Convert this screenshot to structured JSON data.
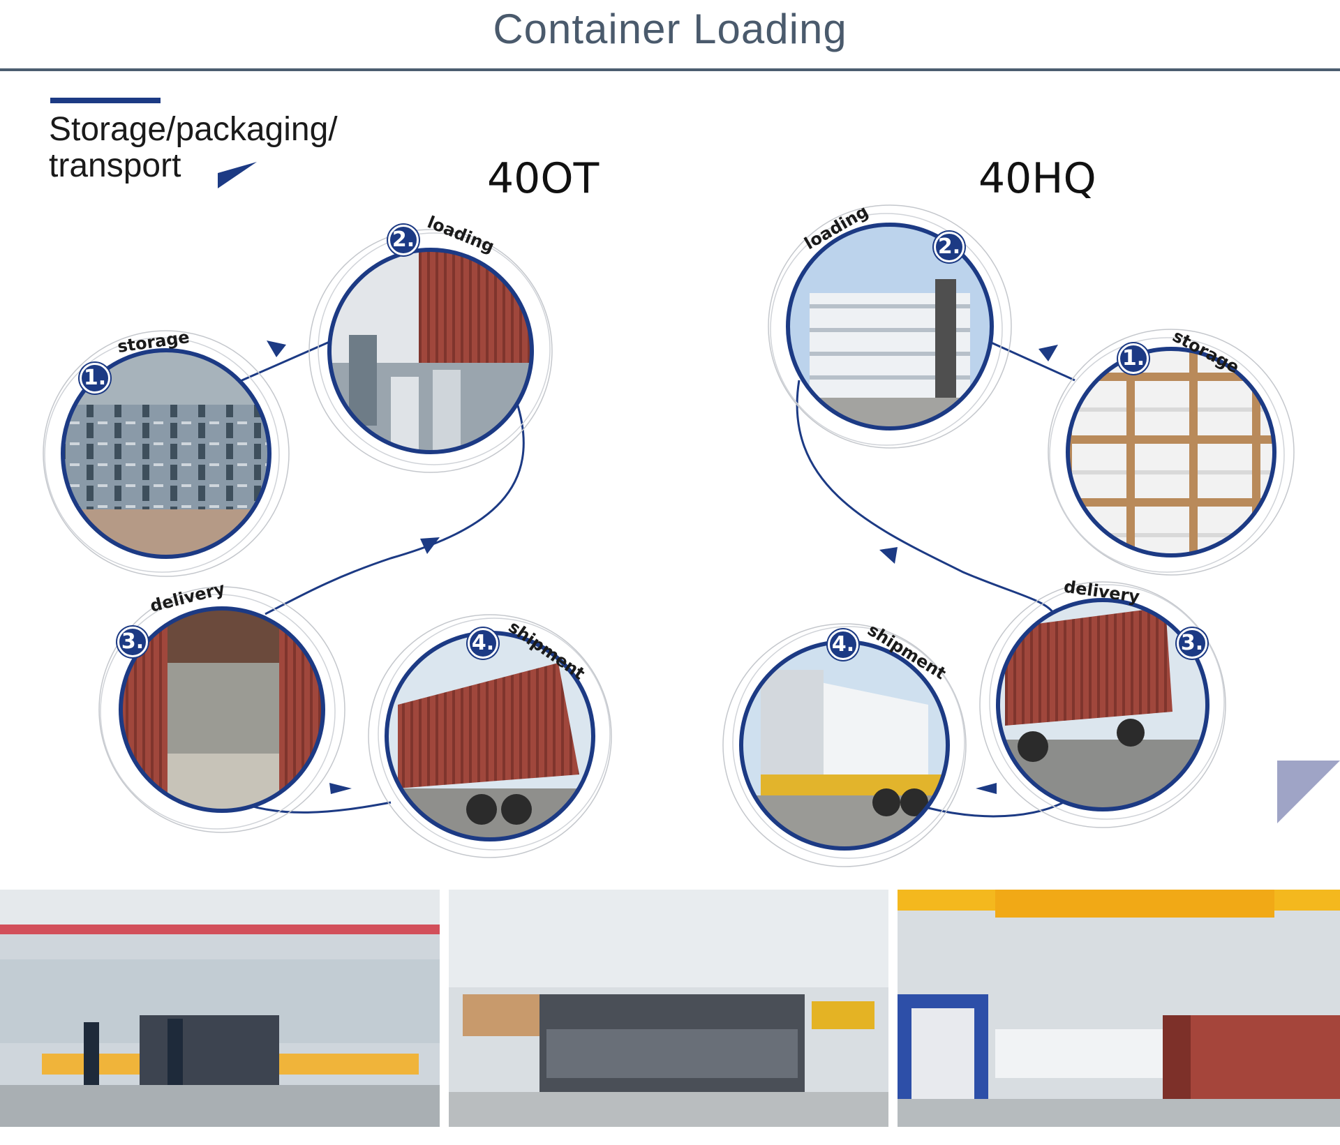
{
  "header": {
    "title": "Container Loading"
  },
  "section": {
    "heading_line1": "Storage/packaging/",
    "heading_line2": "transport"
  },
  "flows": [
    {
      "container": "40OT",
      "steps": [
        {
          "number": "1.",
          "label": "storage"
        },
        {
          "number": "2.",
          "label": "loading"
        },
        {
          "number": "3.",
          "label": "delivery"
        },
        {
          "number": "4.",
          "label": "shipment"
        }
      ]
    },
    {
      "container": "40HQ",
      "steps": [
        {
          "number": "1.",
          "label": "storage"
        },
        {
          "number": "2.",
          "label": "loading"
        },
        {
          "number": "3.",
          "label": "delivery"
        },
        {
          "number": "4.",
          "label": "shipment"
        }
      ]
    }
  ],
  "colors": {
    "accent": "#1c3a84",
    "title": "#4a5a6c",
    "rule": "#4c5d70"
  }
}
